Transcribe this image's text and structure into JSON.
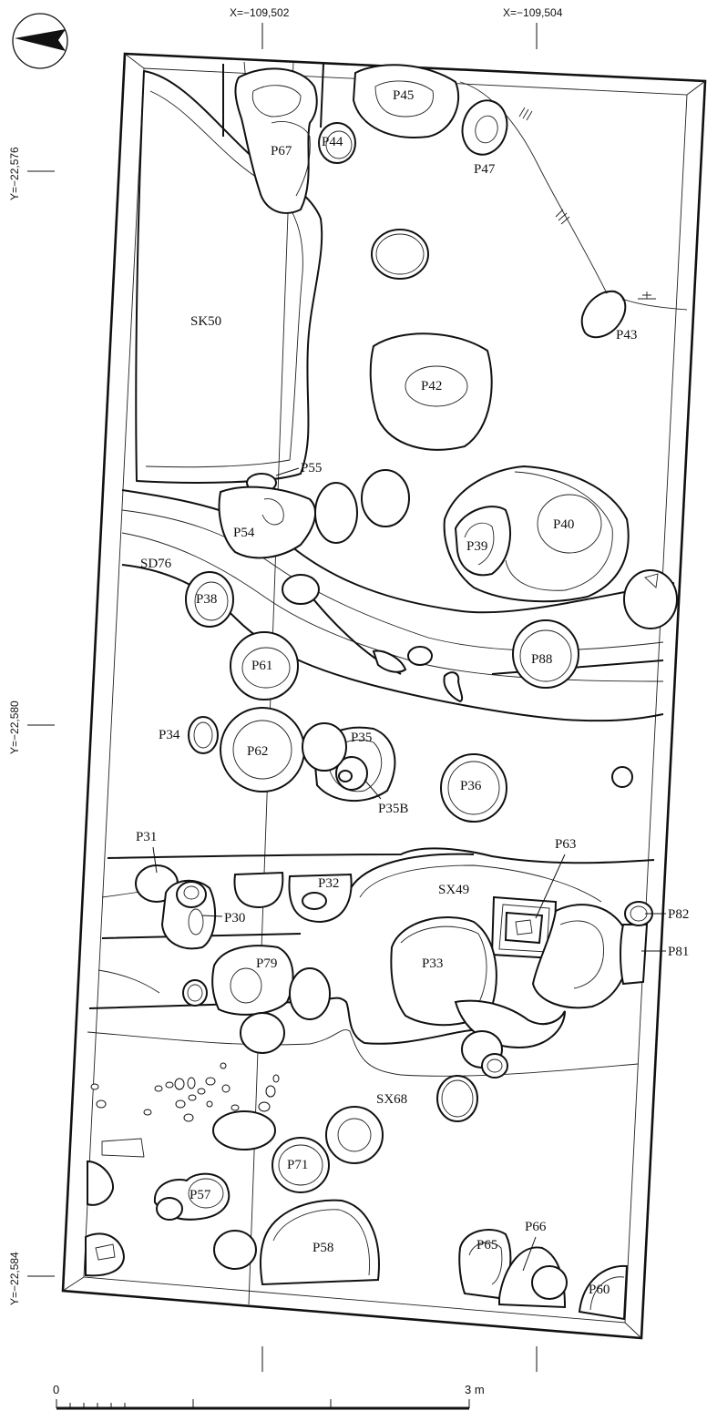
{
  "coordinates": {
    "x_top_left": "X=−109,502",
    "x_top_right": "X=−109,504",
    "y_1": "Y=−22,576",
    "y_2": "Y=−22,580",
    "y_3": "Y=−22,584"
  },
  "features": {
    "SK50": "SK50",
    "SD76": "SD76",
    "SX49": "SX49",
    "SX68": "SX68"
  },
  "pits": {
    "P45": "P45",
    "P67": "P67",
    "P44": "P44",
    "P47": "P47",
    "P43": "P43",
    "P42": "P42",
    "P55": "P55",
    "P54": "P54",
    "P40": "P40",
    "P39": "P39",
    "P38": "P38",
    "P61": "P61",
    "P88": "P88",
    "P34": "P34",
    "P62": "P62",
    "P35": "P35",
    "P35B": "P35B",
    "P36": "P36",
    "P31": "P31",
    "P63": "P63",
    "P32": "P32",
    "P30": "P30",
    "P82": "P82",
    "P81": "P81",
    "P79": "P79",
    "P33": "P33",
    "P71": "P71",
    "P57": "P57",
    "P58": "P58",
    "P65": "P65",
    "P66": "P66",
    "P60": "P60"
  },
  "scale": {
    "start": "0",
    "end": "3 m"
  },
  "icons": {
    "north_arrow": "north-arrow-icon"
  }
}
